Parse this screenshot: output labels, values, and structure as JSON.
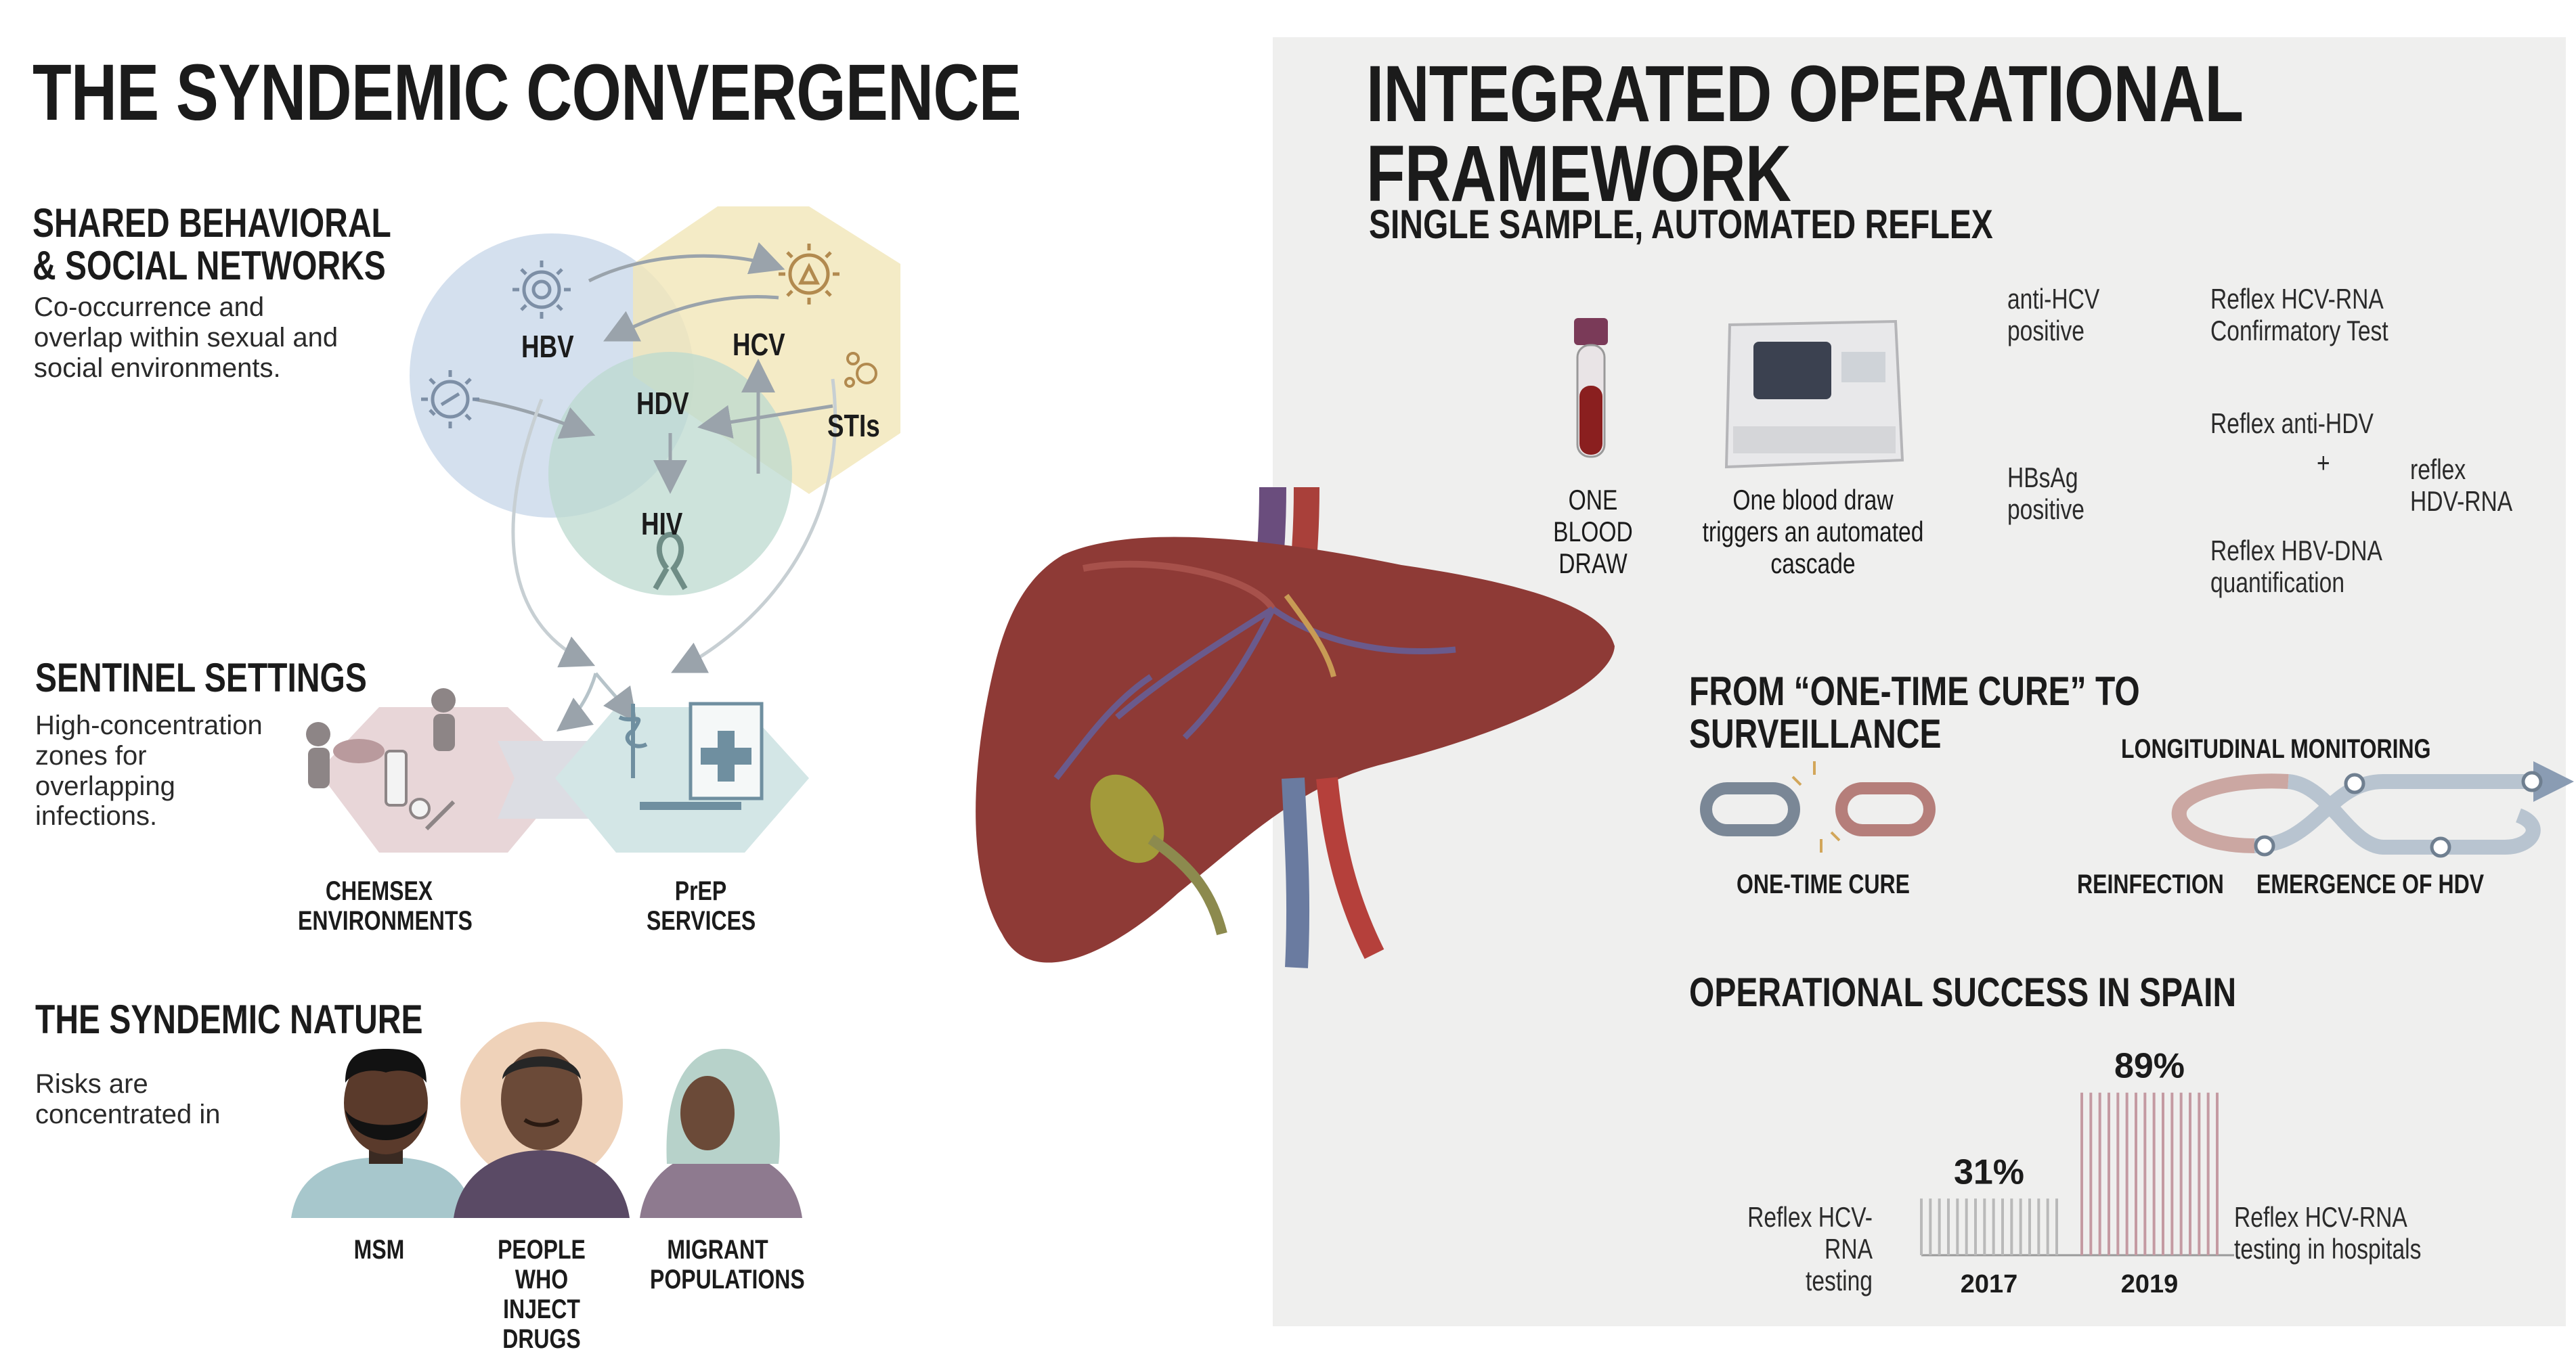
{
  "left": {
    "title": "THE SYNDEMIC CONVERGENCE",
    "networks": {
      "heading": "SHARED BEHAVIORAL\n& SOCIAL NETWORKS",
      "description": "Co-occurrence and\noverlap within sexual and\nsocial environments.",
      "venn_labels": [
        "HBV",
        "HCV",
        "HDV",
        "STIs",
        "HIV"
      ]
    },
    "sentinel": {
      "heading": "SENTINEL SETTINGS",
      "description": "High-concentration\nzones for\noverlapping\ninfections.",
      "settings": [
        "CHEMSEX\nENVIRONMENTS",
        "PrEP\nSERVICES"
      ]
    },
    "nature": {
      "heading": "THE SYNDEMIC NATURE",
      "description": "Risks are\nconcentrated in",
      "groups": [
        "MSM",
        "PEOPLE WHO\nINJECT DRUGS",
        "MIGRANT\nPOPULATIONS"
      ]
    }
  },
  "right": {
    "title": "INTEGRATED OPERATIONAL FRAMEWORK",
    "reflex": {
      "heading": "SINGLE SAMPLE, AUTOMATED REFLEX",
      "blood_label": "ONE BLOOD\nDRAW",
      "analyzer_label": "One blood draw\ntriggers an automated\ncascade",
      "anti_hcv": "anti-HCV\npositive",
      "hbsag": "HBsAg\npositive",
      "reflex_hcv": "Reflex HCV-RNA\nConfirmatory Test",
      "reflex_hdv": "Reflex anti-HDV",
      "plus": "+",
      "reflex_hdv_rna": "reflex\nHDV-RNA",
      "reflex_hbv": "Reflex HBV-DNA\nquantification"
    },
    "surveillance": {
      "heading": "FROM “ONE-TIME CURE” TO SURVEILLANCE",
      "cure_label": "ONE-TIME CURE",
      "monitoring_label": "LONGITUDINAL MONITORING",
      "reinfection_label": "REINFECTION",
      "hdv_label": "EMERGENCE OF HDV"
    },
    "spain": {
      "heading": "OPERATIONAL SUCCESS IN SPAIN",
      "left_caption": "Reflex HCV-RNA\ntesting",
      "right_caption": "Reflex HCV-RNA\ntesting in hospitals"
    }
  },
  "colors": {
    "hbv": "#c9d8ea",
    "hcv": "#f1e6b8",
    "hiv": "#bcd9cf",
    "liver": "#8e3a36",
    "bar_2017": "#b9b9b9",
    "bar_2019": "#c49aa2",
    "right_panel": "#efefee"
  },
  "chart_data": {
    "type": "bar",
    "categories": [
      "2017",
      "2019"
    ],
    "values": [
      31,
      89
    ],
    "value_labels": [
      "31%",
      "89%"
    ],
    "ylim": [
      0,
      100
    ],
    "xlabel": "",
    "ylabel": ""
  }
}
